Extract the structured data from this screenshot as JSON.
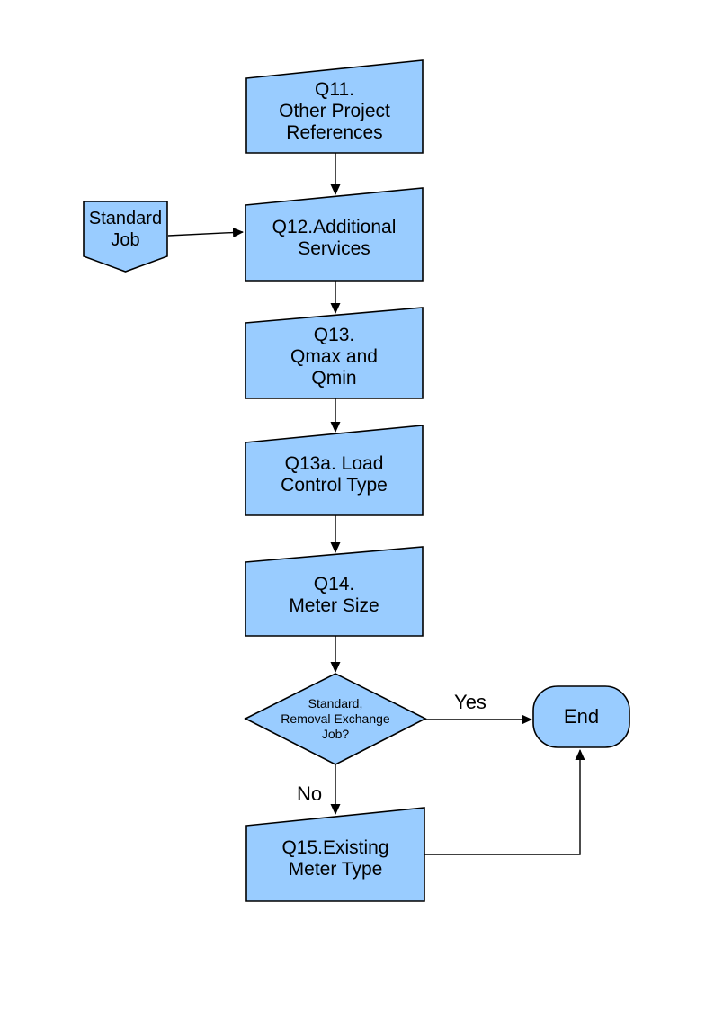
{
  "diagram": {
    "colors": {
      "node_fill": "#99CCFF",
      "node_stroke": "#000000",
      "connector": "#000000",
      "background": "#FFFFFF"
    },
    "nodes": {
      "q11": {
        "shape": "slant-top-box",
        "label": "Q11.\nOther Project\nReferences"
      },
      "standard_job": {
        "shape": "pentagon-down",
        "label": "Standard\nJob"
      },
      "q12": {
        "shape": "slant-top-box",
        "label": "Q12.Additional\nServices"
      },
      "q13": {
        "shape": "slant-top-box",
        "label": "Q13.\nQmax and\nQmin"
      },
      "q13a": {
        "shape": "slant-top-box",
        "label": "Q13a. Load\nControl Type"
      },
      "q14": {
        "shape": "slant-top-box",
        "label": "Q14.\nMeter Size"
      },
      "decision": {
        "shape": "diamond",
        "label": "Standard,\nRemoval Exchange\nJob?"
      },
      "end": {
        "shape": "terminator",
        "label": "End"
      },
      "q15": {
        "shape": "slant-top-box",
        "label": "Q15.Existing\nMeter Type"
      }
    },
    "edges": [
      {
        "from": "standard_job",
        "to": "q12",
        "label": ""
      },
      {
        "from": "q11",
        "to": "q12",
        "label": ""
      },
      {
        "from": "q12",
        "to": "q13",
        "label": ""
      },
      {
        "from": "q13",
        "to": "q13a",
        "label": ""
      },
      {
        "from": "q13a",
        "to": "q14",
        "label": ""
      },
      {
        "from": "q14",
        "to": "decision",
        "label": ""
      },
      {
        "from": "decision",
        "to": "end",
        "label": "Yes"
      },
      {
        "from": "decision",
        "to": "q15",
        "label": "No"
      },
      {
        "from": "q15",
        "to": "end",
        "label": ""
      }
    ]
  }
}
